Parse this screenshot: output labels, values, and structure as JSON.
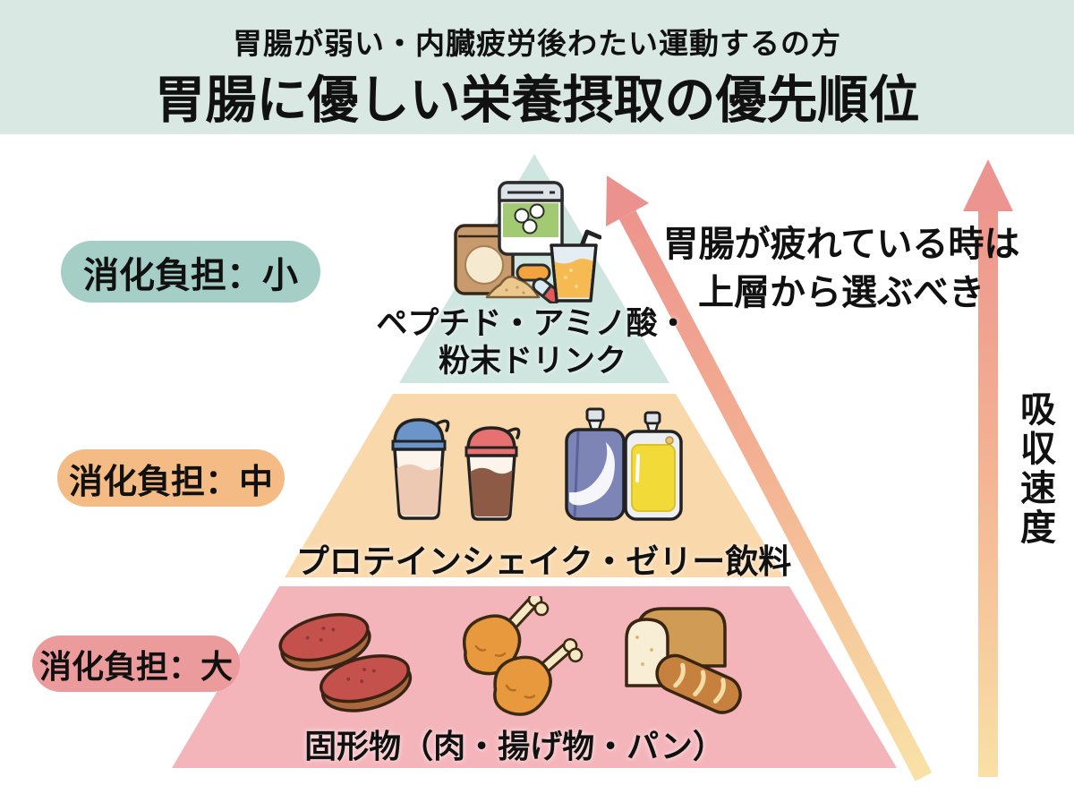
{
  "header": {
    "subtitle": "胃腸が弱い・内臓疲労後わたい運動するの方",
    "title": "胃腸に優しい栄養摂取の優先順位",
    "bg_color": "#d9e8e3"
  },
  "pyramid": {
    "tiers": [
      {
        "badge": "消化負担：小",
        "badge_color": "#a5cfc6",
        "tier_color": "#cfe5e0",
        "label_line1": "ペプチド・アミノ酸・",
        "label_line2": "粉末ドリンク",
        "icons": [
          "protein-jar-icon",
          "powder-pouch-icon",
          "powder-mound-icon",
          "pills-icon",
          "juice-glass-icon"
        ]
      },
      {
        "badge": "消化負担：中",
        "badge_color": "#f5bb84",
        "tier_color": "#f9d9ac",
        "label": "プロテインシェイク・ゼリー飲料",
        "icons": [
          "shaker-blue-icon",
          "shaker-red-icon",
          "jelly-pouch-blue-icon",
          "jelly-pouch-yellow-icon"
        ]
      },
      {
        "badge": "消化負担：大",
        "badge_color": "#eb9b9b",
        "tier_color": "#f4b5ba",
        "label": "固形物（肉・揚げ物・パン）",
        "icons": [
          "steak-icon",
          "fried-chicken-icon",
          "bread-icon"
        ]
      }
    ]
  },
  "annotations": {
    "advice_line1": "胃腸が疲れている時は",
    "advice_line2": "上層から選ぶべき",
    "axis_label": "吸収速度"
  },
  "arrows": {
    "gradient_bottom": "#f9e2a6",
    "gradient_mid": "#f3af92",
    "gradient_top": "#ec908c"
  }
}
